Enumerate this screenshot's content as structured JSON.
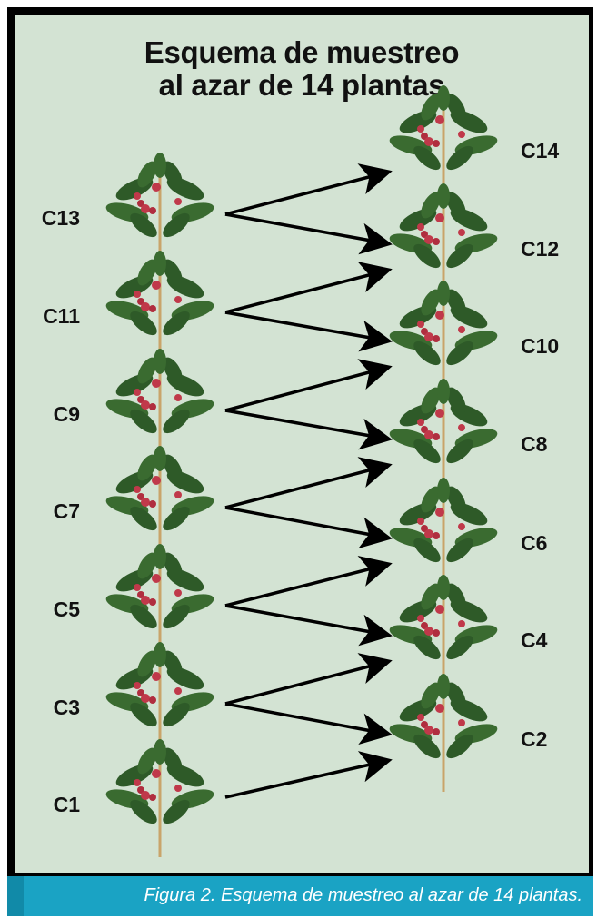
{
  "title": {
    "line1": "Esquema de muestreo",
    "line2": "al azar de 14 plantas"
  },
  "left_plants": [
    "C13",
    "C11",
    "C9",
    "C7",
    "C5",
    "C3",
    "C1"
  ],
  "right_plants": [
    "C14",
    "C12",
    "C10",
    "C8",
    "C6",
    "C4",
    "C2"
  ],
  "caption": "Figura 2. Esquema de muestreo al azar de 14 plantas.",
  "colors": {
    "panel": "#d3e3d3",
    "leaf": "#2e5a28",
    "berry": "#c0394a",
    "caption_bar": "#1aa3c4",
    "arrow": "#000000"
  }
}
